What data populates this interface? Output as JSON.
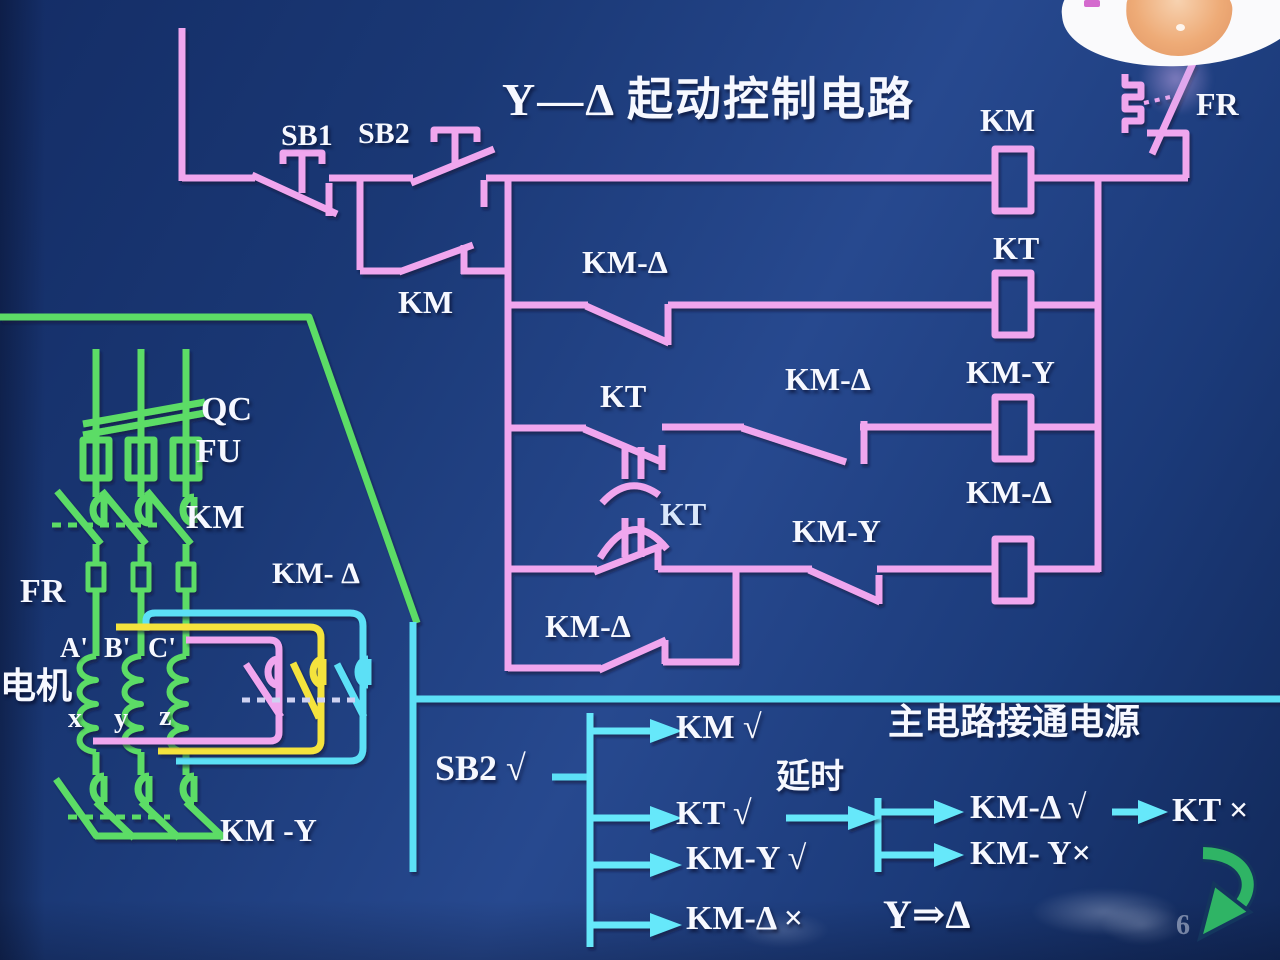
{
  "title": "Y—Δ 起动控制电路",
  "colors": {
    "background": "#1d3c7e",
    "control_line": "#f0a6ee",
    "power_line": "#5cdc66",
    "link_line": "#5ce0f6",
    "delta_line_yellow": "#f4e33c",
    "text": "#ffffff",
    "flow_arrow": "#66e8fa",
    "rotate_arrow": "#2fb465"
  },
  "control": {
    "sb1": "SB1",
    "sb2": "SB2",
    "km_selfhold": "KM",
    "km_delta_nc_top": "KM-Δ",
    "kt_no": "KT",
    "km_delta_nc_mid": "KM-Δ",
    "kt_delay": "KT",
    "km_y_nc": "KM-Y",
    "km_delta_no": "KM-Δ",
    "km_coil": "KM",
    "kt_coil": "KT",
    "km_y_coil": "KM-Y",
    "km_delta_coil": "KM-Δ",
    "fr_nc": "FR"
  },
  "power": {
    "qc": "QC",
    "fu": "FU",
    "km_main": "KM",
    "fr_relay": "FR",
    "km_delta_contacts": "KM- Δ",
    "km_y_contacts": "KM -Y",
    "motor": "电机",
    "winding_top": [
      "A'",
      "B'",
      "C'"
    ],
    "winding_bottom": [
      "x",
      "y",
      "z"
    ]
  },
  "flow": {
    "trigger": "SB2 √",
    "branch_km": "KM √",
    "branch_kt": "KT √",
    "branch_km_y": "KM-Y √",
    "branch_km_delta": "KM-Δ ×",
    "delay": "延时",
    "main_note": "主电路接通电源",
    "after_km_delta": "KM-Δ √",
    "after_kt": "KT ×",
    "after_km_y": "KM- Y×",
    "transition": "Y⇒Δ",
    "watermark": "6"
  }
}
